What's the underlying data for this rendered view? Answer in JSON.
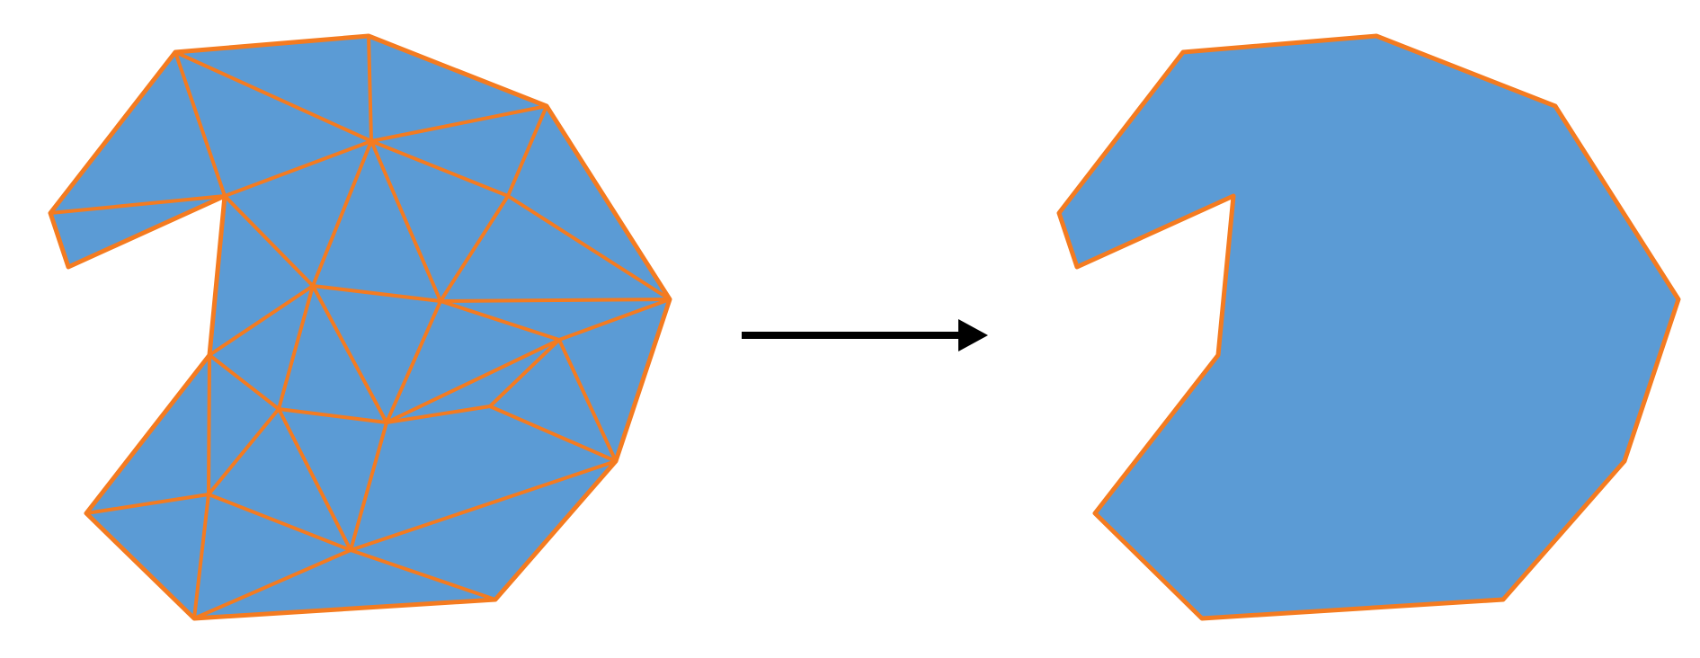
{
  "diagram": {
    "colors": {
      "background": "#ffffff",
      "shape_fill": "#5b9bd5",
      "edge_stroke": "#f47b20",
      "arrow": "#000000"
    },
    "panels": [
      {
        "name": "triangulated-mesh",
        "description_visible": false
      },
      {
        "name": "merged-polygon",
        "description_visible": false
      }
    ],
    "arrow": {
      "direction": "right",
      "icon": "right-arrow-icon"
    }
  }
}
